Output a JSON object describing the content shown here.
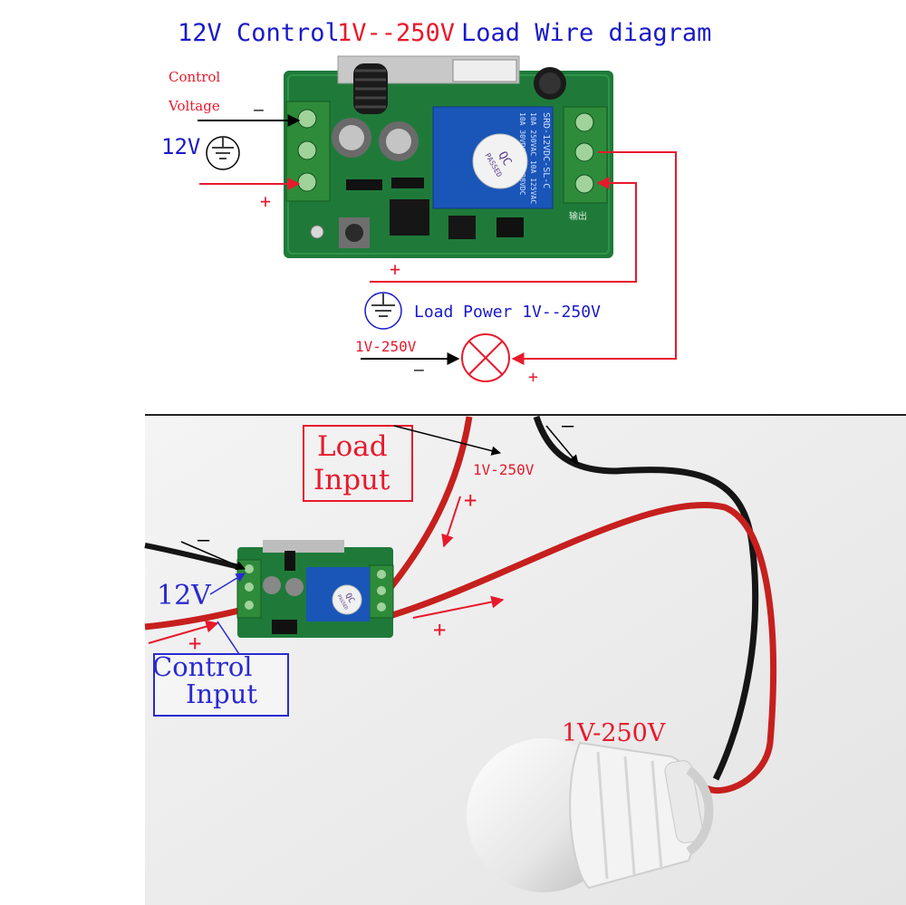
{
  "title": {
    "part1": "12V Control",
    "part2": "1V--250V",
    "part3": "Load Wire diagram"
  },
  "top": {
    "control_label_1": "Control",
    "control_label_2": "Voltage",
    "minus": "–",
    "plus": "+",
    "voltage_12v": "12V",
    "plus_bottom": "+",
    "load_power": "Load Power 1V--250V",
    "lamp_voltage": "1V-250V",
    "lamp_minus": "–",
    "lamp_plus": "+",
    "relay_text_1": "SRD-12VDC-SL-C",
    "relay_text_2": "10A 250VAC 10A 125VAC",
    "relay_text_3": "10A 30VDC 10A 28VDC",
    "qc_1": "QC",
    "qc_2": "PASSED",
    "output_cn": "输出"
  },
  "photo": {
    "load_input_1": "Load",
    "load_input_2": "Input",
    "load_voltage": "1V-250V",
    "load_plus": "+",
    "top_minus": "–",
    "left_minus": "–",
    "voltage_12v": "12V",
    "control_plus": "+",
    "control_input_1": "Control",
    "control_input_2": "Input",
    "output_plus": "+",
    "bulb_voltage": "1V-250V",
    "qc_1": "QC",
    "qc_2": "PASSED"
  },
  "colors": {
    "title_blue": "#1a1ac8",
    "red": "#e8192c",
    "pcb_green": "#1f7a3a",
    "relay_blue": "#1a55b8",
    "terminal_green": "#2e8b3a"
  }
}
